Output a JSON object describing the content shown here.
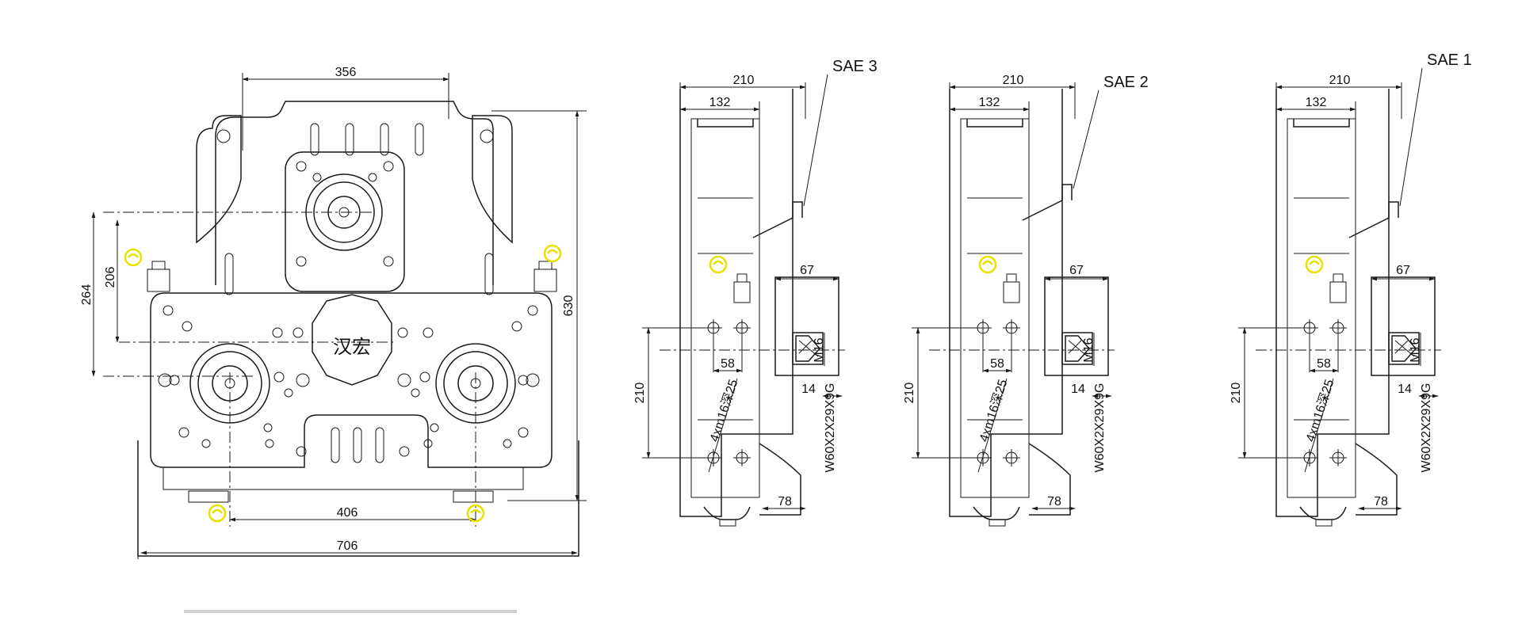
{
  "front_view": {
    "dim_top": "356",
    "dim_bottom_inner": "406",
    "dim_bottom_outer": "706",
    "dim_height": "630",
    "dim_left_outer": "264",
    "dim_left_inner": "206",
    "logo_text": "汉宏"
  },
  "side_views": [
    {
      "label": "SAE 3",
      "dim_overall": "210",
      "dim_flange": "132",
      "dim_shaft_len": "67",
      "dim_bolt_span": "58",
      "dim_bolt_height": "210",
      "dim_shaft_step": "14",
      "dim_base": "78",
      "bolt_note": "4xm16深25",
      "spline_note": "W60X2X29X9G",
      "thread_note": "M16"
    },
    {
      "label": "SAE 2",
      "dim_overall": "210",
      "dim_flange": "132",
      "dim_shaft_len": "67",
      "dim_bolt_span": "58",
      "dim_bolt_height": "210",
      "dim_shaft_step": "14",
      "dim_base": "78",
      "bolt_note": "4xm16深25",
      "spline_note": "W60X2X29X9G",
      "thread_note": "M16"
    },
    {
      "label": "SAE 1",
      "dim_overall": "210",
      "dim_flange": "132",
      "dim_shaft_len": "67",
      "dim_bolt_span": "58",
      "dim_bolt_height": "210",
      "dim_shaft_step": "14",
      "dim_base": "78",
      "bolt_note": "4xm16深25",
      "spline_note": "W60X2X29X9G",
      "thread_note": "M16"
    }
  ],
  "colors": {
    "line": "#1a1a1a",
    "highlight_marker": "#e8e000",
    "background": "#ffffff"
  }
}
